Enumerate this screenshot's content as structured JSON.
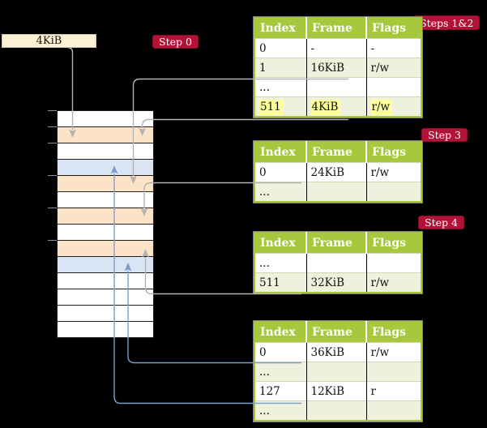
{
  "labels": {
    "frame_box": "4KiB",
    "step0": "Step 0",
    "steps12": "Steps 1&2",
    "step3": "Step 3",
    "step4": "Step 4"
  },
  "memory": {
    "rows": [
      "free",
      "pagetable",
      "free",
      "data",
      "pagetable",
      "free",
      "pagetable",
      "free",
      "pagetable",
      "data",
      "free",
      "free",
      "free",
      "free"
    ]
  },
  "tables": [
    {
      "headers": [
        "Index",
        "Frame",
        "Flags"
      ],
      "rows": [
        {
          "cells": [
            "0",
            "-",
            "-"
          ],
          "shade": false,
          "highlight": false
        },
        {
          "cells": [
            "1",
            "16KiB",
            "r/w"
          ],
          "shade": true,
          "highlight": false
        },
        {
          "cells": [
            "...",
            "",
            ""
          ],
          "shade": false,
          "highlight": false
        },
        {
          "cells": [
            "511",
            "4KiB",
            "r/w"
          ],
          "shade": true,
          "highlight": true
        }
      ]
    },
    {
      "headers": [
        "Index",
        "Frame",
        "Flags"
      ],
      "rows": [
        {
          "cells": [
            "0",
            "24KiB",
            "r/w"
          ],
          "shade": false
        },
        {
          "cells": [
            "...",
            "",
            ""
          ],
          "shade": true
        }
      ]
    },
    {
      "headers": [
        "Index",
        "Frame",
        "Flags"
      ],
      "rows": [
        {
          "cells": [
            "...",
            "",
            ""
          ],
          "shade": false
        },
        {
          "cells": [
            "511",
            "32KiB",
            "r/w"
          ],
          "shade": true
        }
      ]
    },
    {
      "headers": [
        "Index",
        "Frame",
        "Flags"
      ],
      "rows": [
        {
          "cells": [
            "0",
            "36KiB",
            "r/w"
          ],
          "shade": false
        },
        {
          "cells": [
            "...",
            "",
            ""
          ],
          "shade": true
        },
        {
          "cells": [
            "127",
            "12KiB",
            "r"
          ],
          "shade": false
        },
        {
          "cells": [
            "...",
            "",
            ""
          ],
          "shade": true
        }
      ]
    }
  ],
  "colors": {
    "background": "#000000",
    "badge_red": "#b31237",
    "frame_box_cream": "#fdf0d3",
    "table_header_green": "#a7c83c",
    "table_row_green": "#eef2dc",
    "highlight_yellow": "#ffff9c",
    "memory_pagetable_orange": "#fce3c8",
    "memory_data_blue": "#d9e5f5",
    "connector_gray": "#b4b4b4",
    "connector_blue": "#7e9fc9"
  }
}
